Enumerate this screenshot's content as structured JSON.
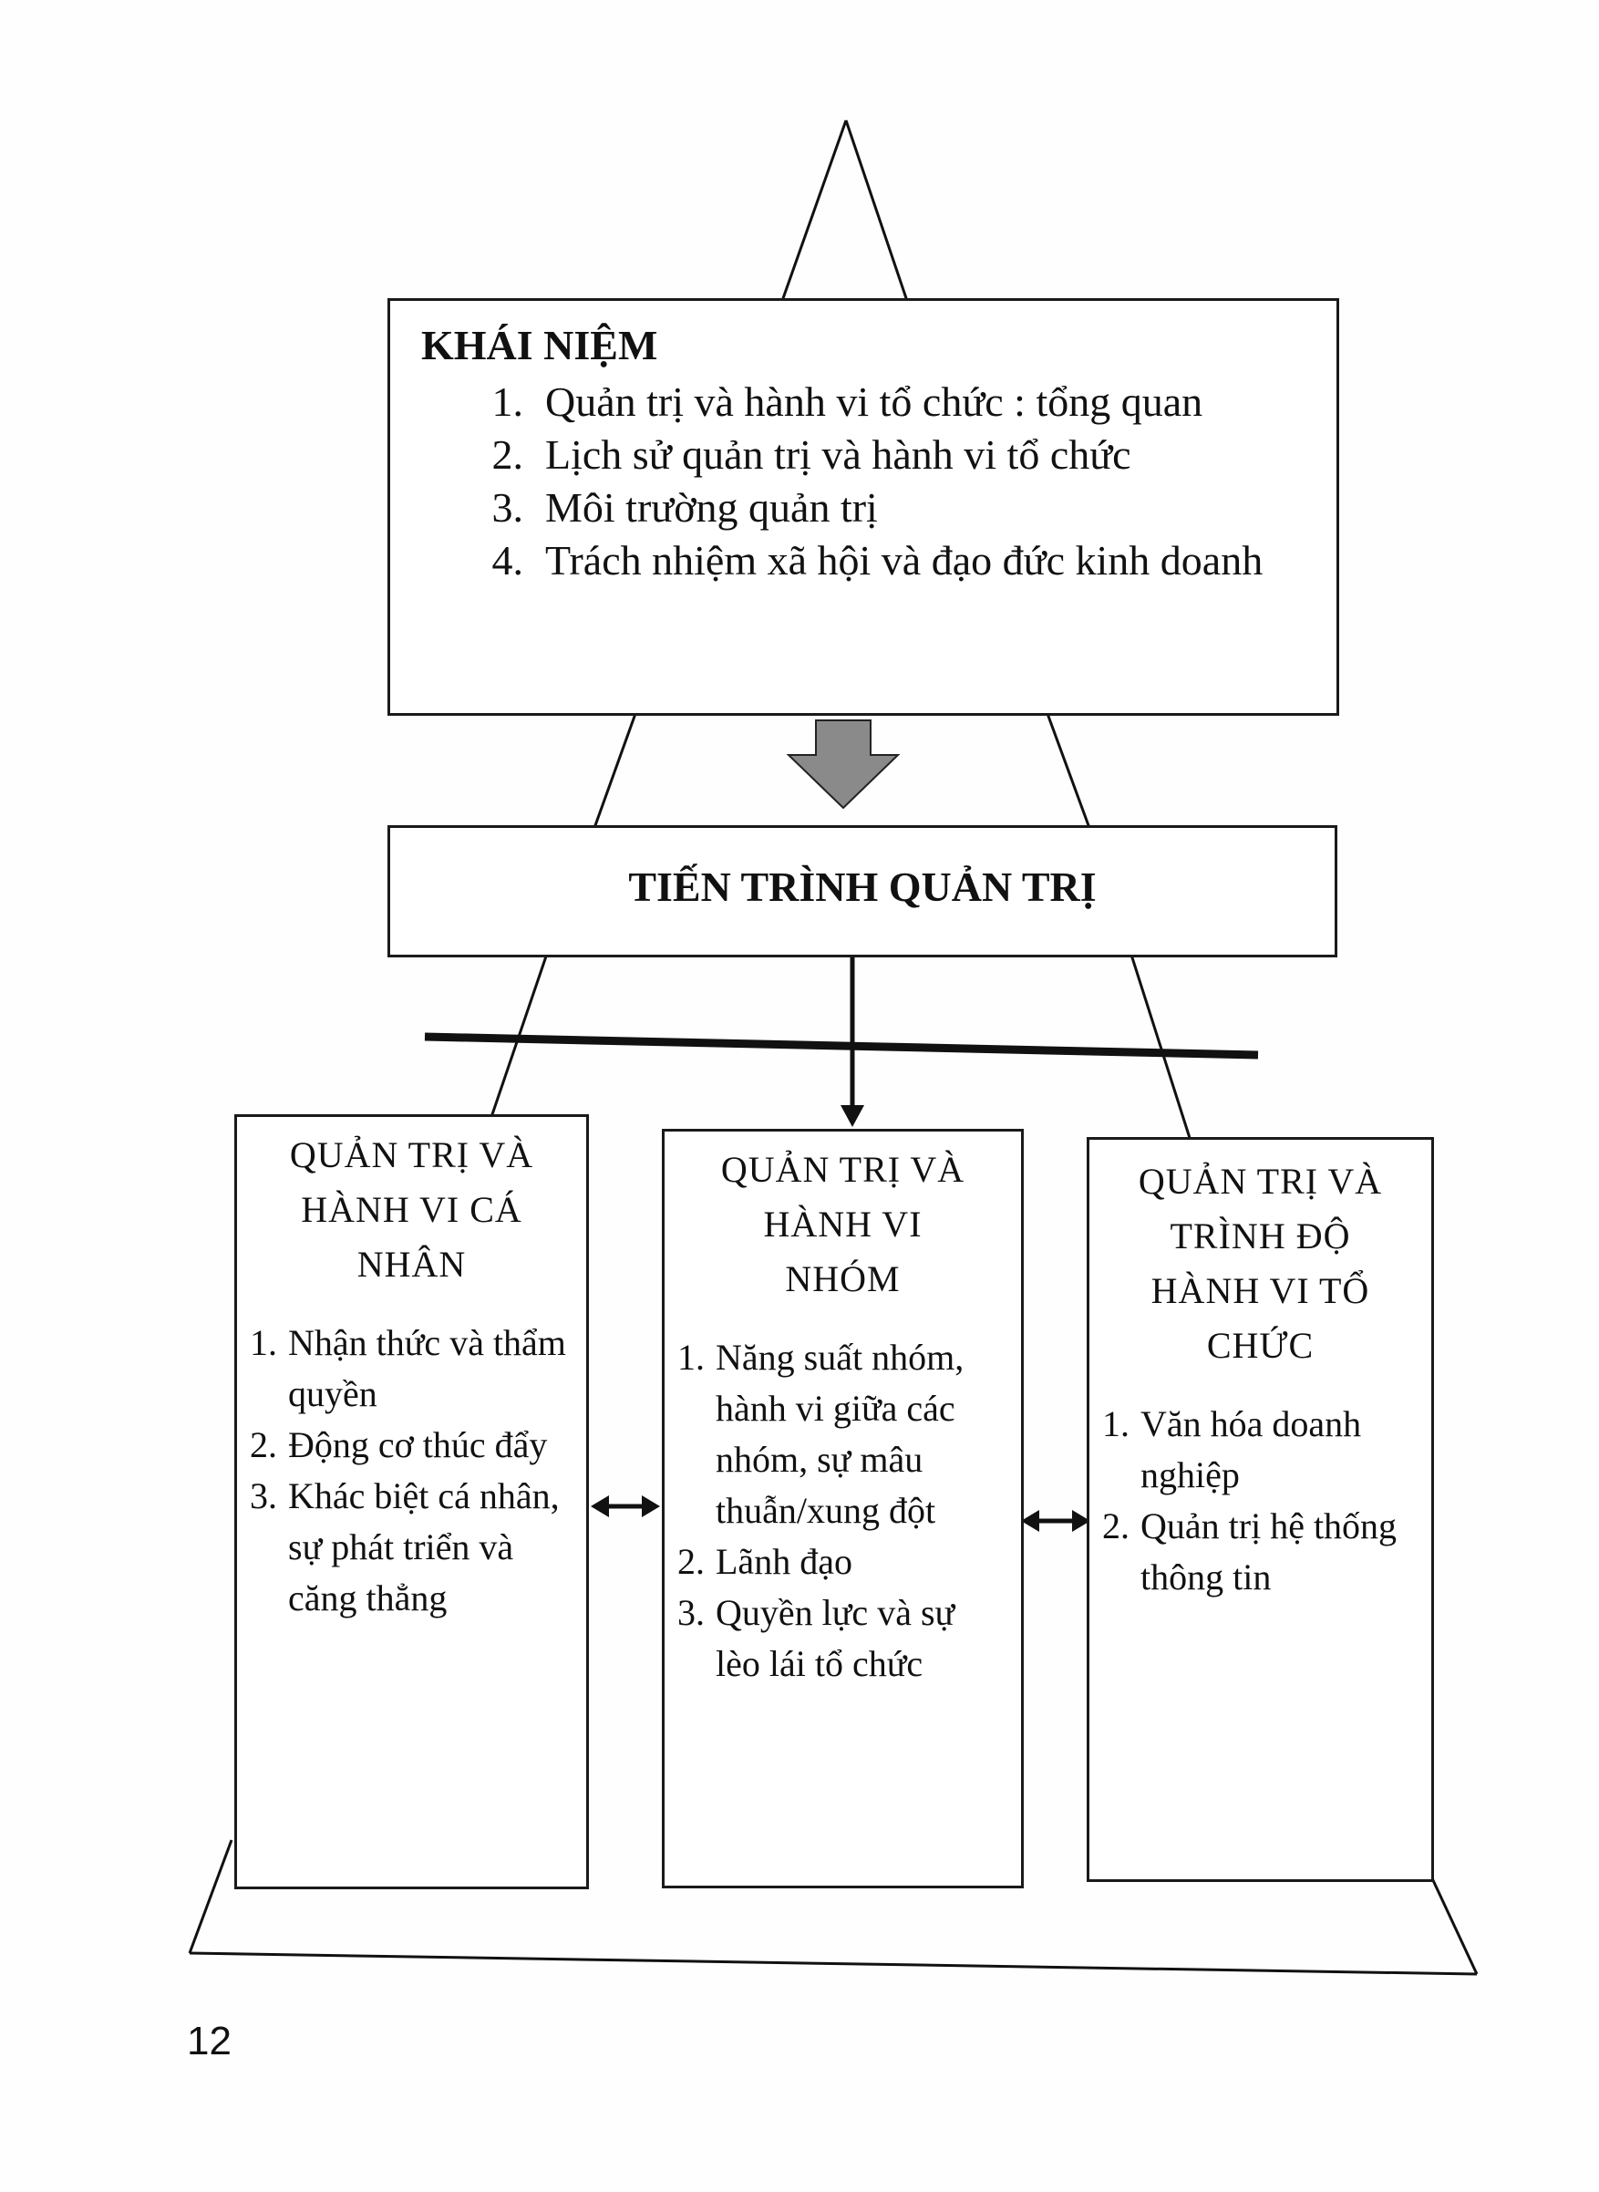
{
  "concept": {
    "heading": "KHÁI NIỆM",
    "items": [
      {
        "num": "1.",
        "text": "Quản trị và hành vi tổ chức : tổng quan"
      },
      {
        "num": "2.",
        "text": "Lịch sử quản trị và hành vi tổ chức"
      },
      {
        "num": "3.",
        "text": "Môi trường quản trị"
      },
      {
        "num": "4.",
        "text": "Trách nhiệm xã hội và đạo đức kinh doanh"
      }
    ]
  },
  "process": {
    "title": "TIẾN TRÌNH QUẢN TRỊ"
  },
  "columns": [
    {
      "title_lines": [
        "QUẢN TRỊ VÀ",
        "HÀNH VI CÁ",
        "NHÂN"
      ],
      "items": [
        {
          "num": "1.",
          "text": "Nhận thức và thẩm quyền"
        },
        {
          "num": "2.",
          "text": "Động cơ thúc đẩy"
        },
        {
          "num": "3.",
          "text": "Khác biệt cá nhân, sự phát triển và căng thẳng"
        }
      ]
    },
    {
      "title_lines": [
        "QUẢN TRỊ VÀ",
        "HÀNH VI",
        "NHÓM"
      ],
      "items": [
        {
          "num": "1.",
          "text": "Năng suất nhóm, hành vi giữa các nhóm, sự mâu thuẫn/xung đột"
        },
        {
          "num": "2.",
          "text": "Lãnh đạo"
        },
        {
          "num": "3.",
          "text": "Quyền lực và sự lèo lái tổ chức"
        }
      ]
    },
    {
      "title_lines": [
        "QUẢN TRỊ VÀ",
        "TRÌNH ĐỘ",
        "HÀNH VI TỔ",
        "CHỨC"
      ],
      "items": [
        {
          "num": "1.",
          "text": "Văn hóa doanh nghiệp"
        },
        {
          "num": "2.",
          "text": "Quản trị hệ thống thông tin"
        }
      ]
    }
  ],
  "page_number": "12"
}
